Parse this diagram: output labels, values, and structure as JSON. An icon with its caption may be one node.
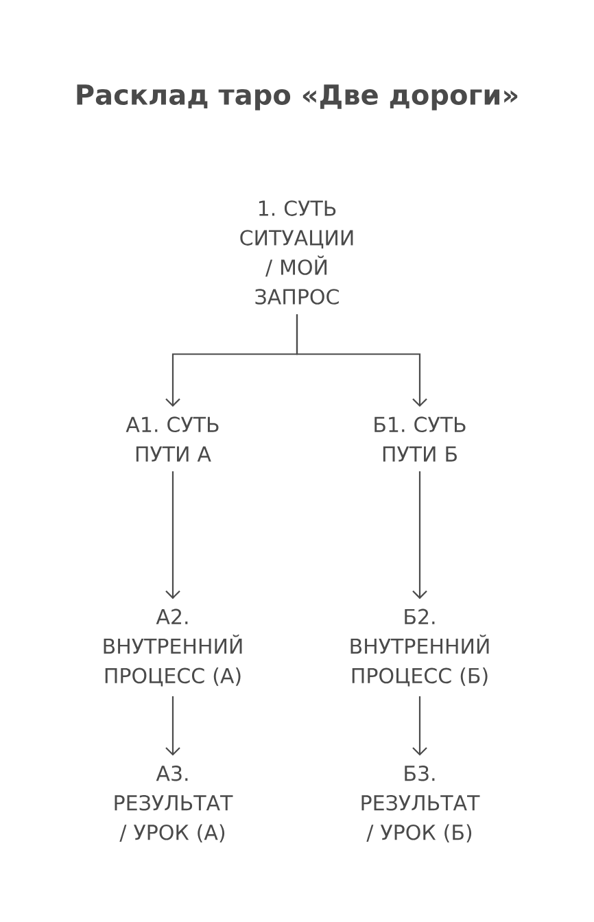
{
  "diagram": {
    "title": "Расклад таро «Две дороги»",
    "nodes": [
      {
        "text": [
          "1. СУТЬ СИТУАЦИИ / МОЙ ЗАПРОС"
        ]
      },
      {
        "text": [
          "А1. СУТЬ ПУТИ А"
        ]
      },
      {
        "text": [
          "Б1. СУТЬ ПУТИ Б"
        ]
      },
      {
        "text": [
          "А2. ВНУТРЕННИЙ ПРОЦЕСС (А)"
        ]
      },
      {
        "text": [
          "Б2. ВНУТРЕННИЙ ПРОЦЕСС (Б)"
        ]
      },
      {
        "text": [
          "А3. РЕЗУЛЬТАТ / УРОК (А)"
        ]
      },
      {
        "text": [
          "Б3. РЕЗУЛЬТАТ / УРОК (Б)"
        ]
      }
    ],
    "edges": [
      {
        "from": 0,
        "to": 1,
        "arrow": "to"
      },
      {
        "from": 0,
        "to": 2,
        "arrow": "to"
      },
      {
        "from": 1,
        "to": 3,
        "arrow": "to"
      },
      {
        "from": 2,
        "to": 4,
        "arrow": "to"
      },
      {
        "from": 3,
        "to": 5,
        "arrow": "to"
      },
      {
        "from": 4,
        "to": 6,
        "arrow": "to"
      }
    ]
  }
}
